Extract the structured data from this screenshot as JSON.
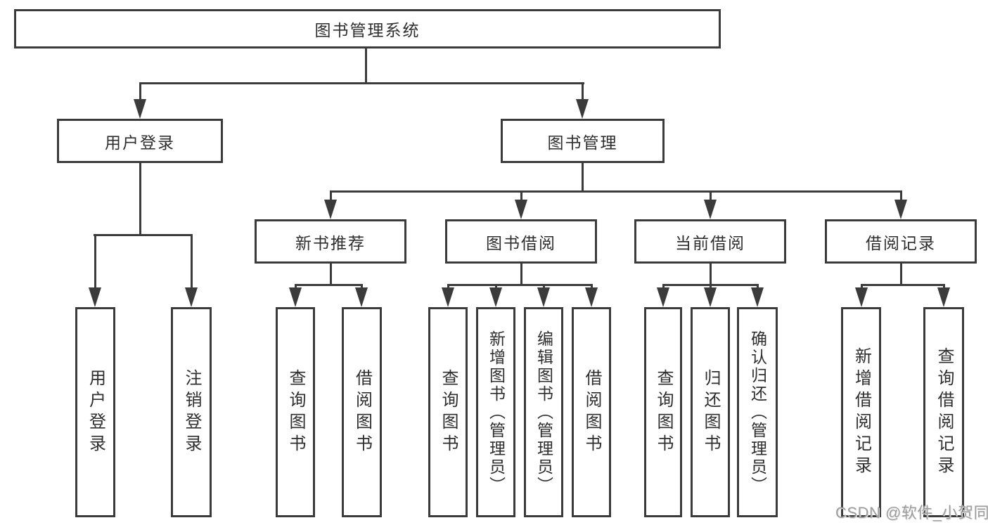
{
  "diagram": {
    "root": {
      "label": "图书管理系统"
    },
    "level2": [
      {
        "label": "用户登录"
      },
      {
        "label": "图书管理"
      }
    ],
    "level3": [
      {
        "label": "新书推荐"
      },
      {
        "label": "图书借阅"
      },
      {
        "label": "当前借阅"
      },
      {
        "label": "借阅记录"
      }
    ],
    "leaves": [
      {
        "label": "用户登录"
      },
      {
        "label": "注销登录"
      },
      {
        "label": "查询图书"
      },
      {
        "label": "借阅图书"
      },
      {
        "label": "查询图书"
      },
      {
        "label": "新增图书（管理员）"
      },
      {
        "label": "编辑图书（管理员）"
      },
      {
        "label": "借阅图书"
      },
      {
        "label": "查询图书"
      },
      {
        "label": "归还图书"
      },
      {
        "label": "确认归还（管理员）"
      },
      {
        "label": "新增借阅记录"
      },
      {
        "label": "查询借阅记录"
      }
    ],
    "colors": {
      "line": "#3b3b3b",
      "text": "#2e2e2e",
      "background": "#ffffff",
      "watermark": "#9d9d9d"
    }
  },
  "watermark": {
    "text": "CSDN @软件_小贺同学"
  }
}
